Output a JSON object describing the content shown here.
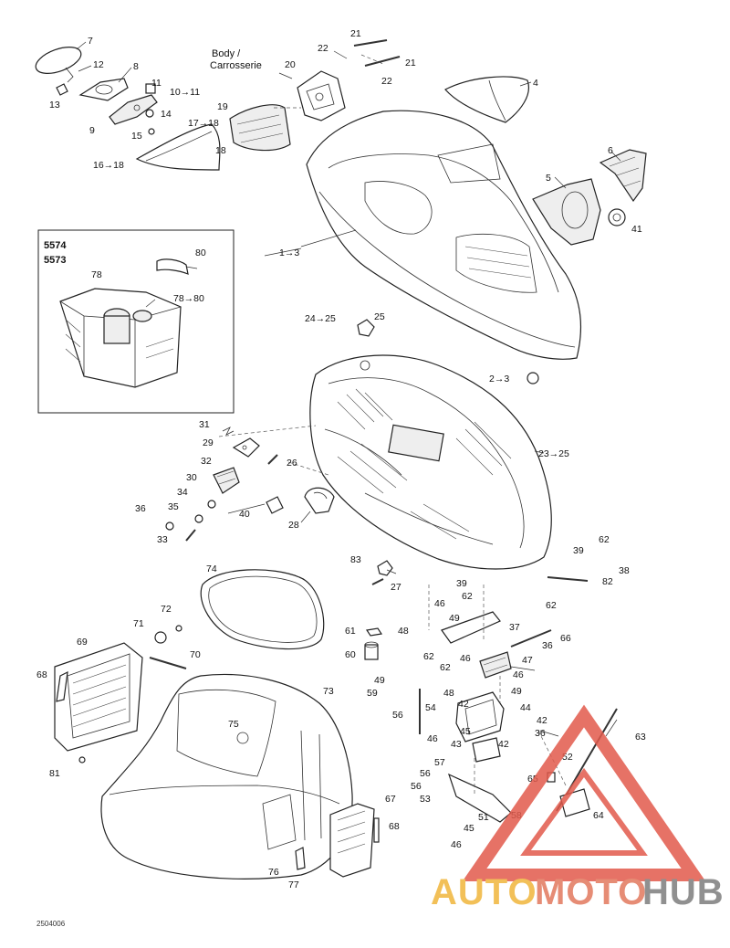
{
  "annotations": {
    "body_label": [
      "Body /",
      "Carrosserie"
    ],
    "model_numbers": [
      "5574",
      "5573"
    ],
    "drawing_code": "2504006"
  },
  "callouts": [
    {
      "text": "7"
    },
    {
      "text": "12"
    },
    {
      "text": "8"
    },
    {
      "text": "13"
    },
    {
      "text": "9"
    },
    {
      "text": "11"
    },
    {
      "text": "10→11"
    },
    {
      "text": "14"
    },
    {
      "text": "15"
    },
    {
      "text": "17→18"
    },
    {
      "text": "18"
    },
    {
      "text": "16→18"
    },
    {
      "text": "19"
    },
    {
      "text": "20"
    },
    {
      "text": "22"
    },
    {
      "text": "21"
    },
    {
      "text": "21"
    },
    {
      "text": "22"
    },
    {
      "text": "4"
    },
    {
      "text": "6"
    },
    {
      "text": "5"
    },
    {
      "text": "41"
    },
    {
      "text": "1→3"
    },
    {
      "text": "24→25"
    },
    {
      "text": "25"
    },
    {
      "text": "2→3"
    },
    {
      "text": "80"
    },
    {
      "text": "78"
    },
    {
      "text": "78→80"
    },
    {
      "text": "31"
    },
    {
      "text": "29"
    },
    {
      "text": "32"
    },
    {
      "text": "26"
    },
    {
      "text": "30"
    },
    {
      "text": "34"
    },
    {
      "text": "40"
    },
    {
      "text": "36"
    },
    {
      "text": "35"
    },
    {
      "text": "28"
    },
    {
      "text": "33"
    },
    {
      "text": "23→25"
    },
    {
      "text": "62"
    },
    {
      "text": "39"
    },
    {
      "text": "38"
    },
    {
      "text": "83"
    },
    {
      "text": "82"
    },
    {
      "text": "27"
    },
    {
      "text": "39"
    },
    {
      "text": "74"
    },
    {
      "text": "62"
    },
    {
      "text": "46"
    },
    {
      "text": "62"
    },
    {
      "text": "72"
    },
    {
      "text": "49"
    },
    {
      "text": "37"
    },
    {
      "text": "71"
    },
    {
      "text": "61"
    },
    {
      "text": "48"
    },
    {
      "text": "66"
    },
    {
      "text": "69"
    },
    {
      "text": "36"
    },
    {
      "text": "70"
    },
    {
      "text": "60"
    },
    {
      "text": "62"
    },
    {
      "text": "46"
    },
    {
      "text": "47"
    },
    {
      "text": "68"
    },
    {
      "text": "62"
    },
    {
      "text": "46"
    },
    {
      "text": "49"
    },
    {
      "text": "49"
    },
    {
      "text": "73"
    },
    {
      "text": "59"
    },
    {
      "text": "48"
    },
    {
      "text": "42"
    },
    {
      "text": "44"
    },
    {
      "text": "54"
    },
    {
      "text": "42"
    },
    {
      "text": "56"
    },
    {
      "text": "45"
    },
    {
      "text": "75"
    },
    {
      "text": "36"
    },
    {
      "text": "63"
    },
    {
      "text": "43"
    },
    {
      "text": "46"
    },
    {
      "text": "42"
    },
    {
      "text": "52"
    },
    {
      "text": "57"
    },
    {
      "text": "81"
    },
    {
      "text": "56"
    },
    {
      "text": "56"
    },
    {
      "text": "65"
    },
    {
      "text": "53"
    },
    {
      "text": "67"
    },
    {
      "text": "51"
    },
    {
      "text": "58"
    },
    {
      "text": "64"
    },
    {
      "text": "45"
    },
    {
      "text": "68"
    },
    {
      "text": "46"
    },
    {
      "text": "76"
    },
    {
      "text": "77"
    }
  ],
  "watermark": {
    "auto": "AUTO",
    "moto": "MOTO",
    "hub": "HUB",
    "colors": {
      "auto": "#f0b63c",
      "moto": "#e2795e",
      "hub": "#7d7d7d",
      "triangle": "#e25a4c"
    }
  }
}
